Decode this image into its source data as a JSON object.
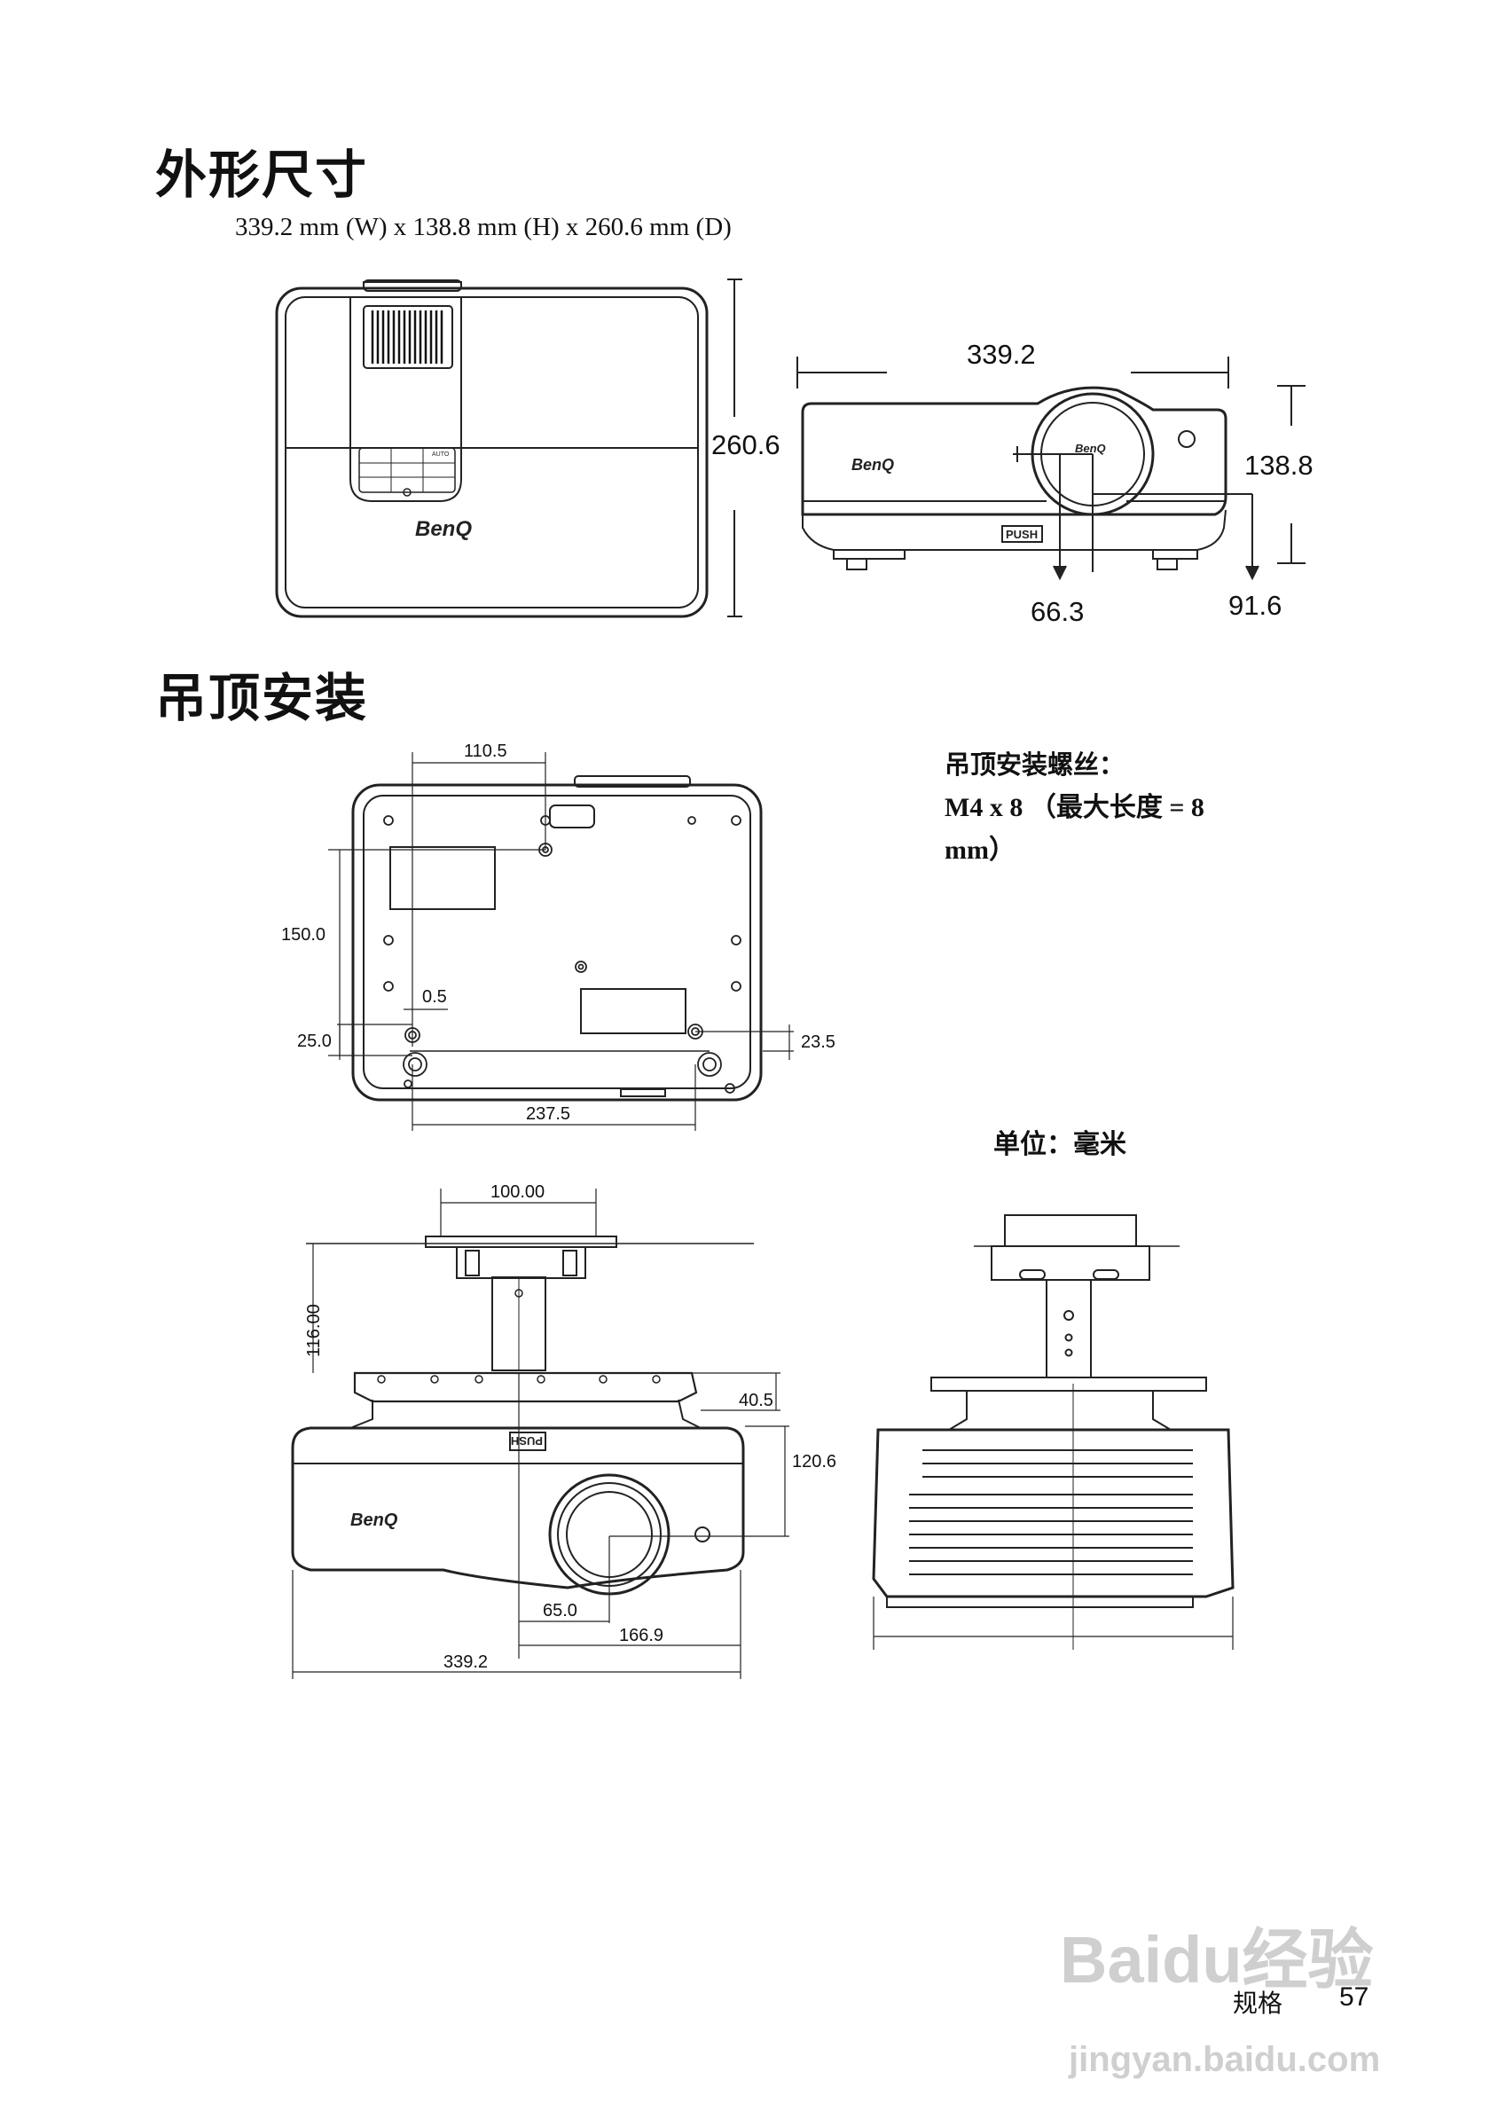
{
  "section1": {
    "title": "外形尺寸",
    "subtitle": "339.2 mm (W) x 138.8 mm (H) x 260.6 mm (D)"
  },
  "section2": {
    "title": "吊顶安装",
    "screw_label": "吊顶安装螺丝：",
    "screw_spec": "M4 x 8 （最大长度 = 8",
    "screw_spec_cont": "mm）",
    "unit_label": "单位：毫米"
  },
  "diagram1": {
    "depth": "260.6",
    "width": "339.2",
    "height": "138.8",
    "lens_offset": "66.3",
    "foot_offset": "91.6",
    "brand": "BenQ",
    "push": "PUSH",
    "auto": "AUTO"
  },
  "diagram2": {
    "d_110_5": "110.5",
    "d_150_0": "150.0",
    "d_0_5": "0.5",
    "d_25_0": "25.0",
    "d_23_5": "23.5",
    "d_237_5": "237.5"
  },
  "diagram3": {
    "d_100_00": "100.00",
    "d_116_00": "116.00",
    "d_40_5": "40.5",
    "d_120_6": "120.6",
    "d_65_0": "65.0",
    "d_166_9": "166.9",
    "d_339_2": "339.2",
    "brand": "BenQ",
    "push": "PUSH"
  },
  "footer": {
    "section_name": "规格",
    "page_number": "57"
  },
  "watermark": {
    "brand": "Baidu经验",
    "url": "jingyan.baidu.com"
  }
}
